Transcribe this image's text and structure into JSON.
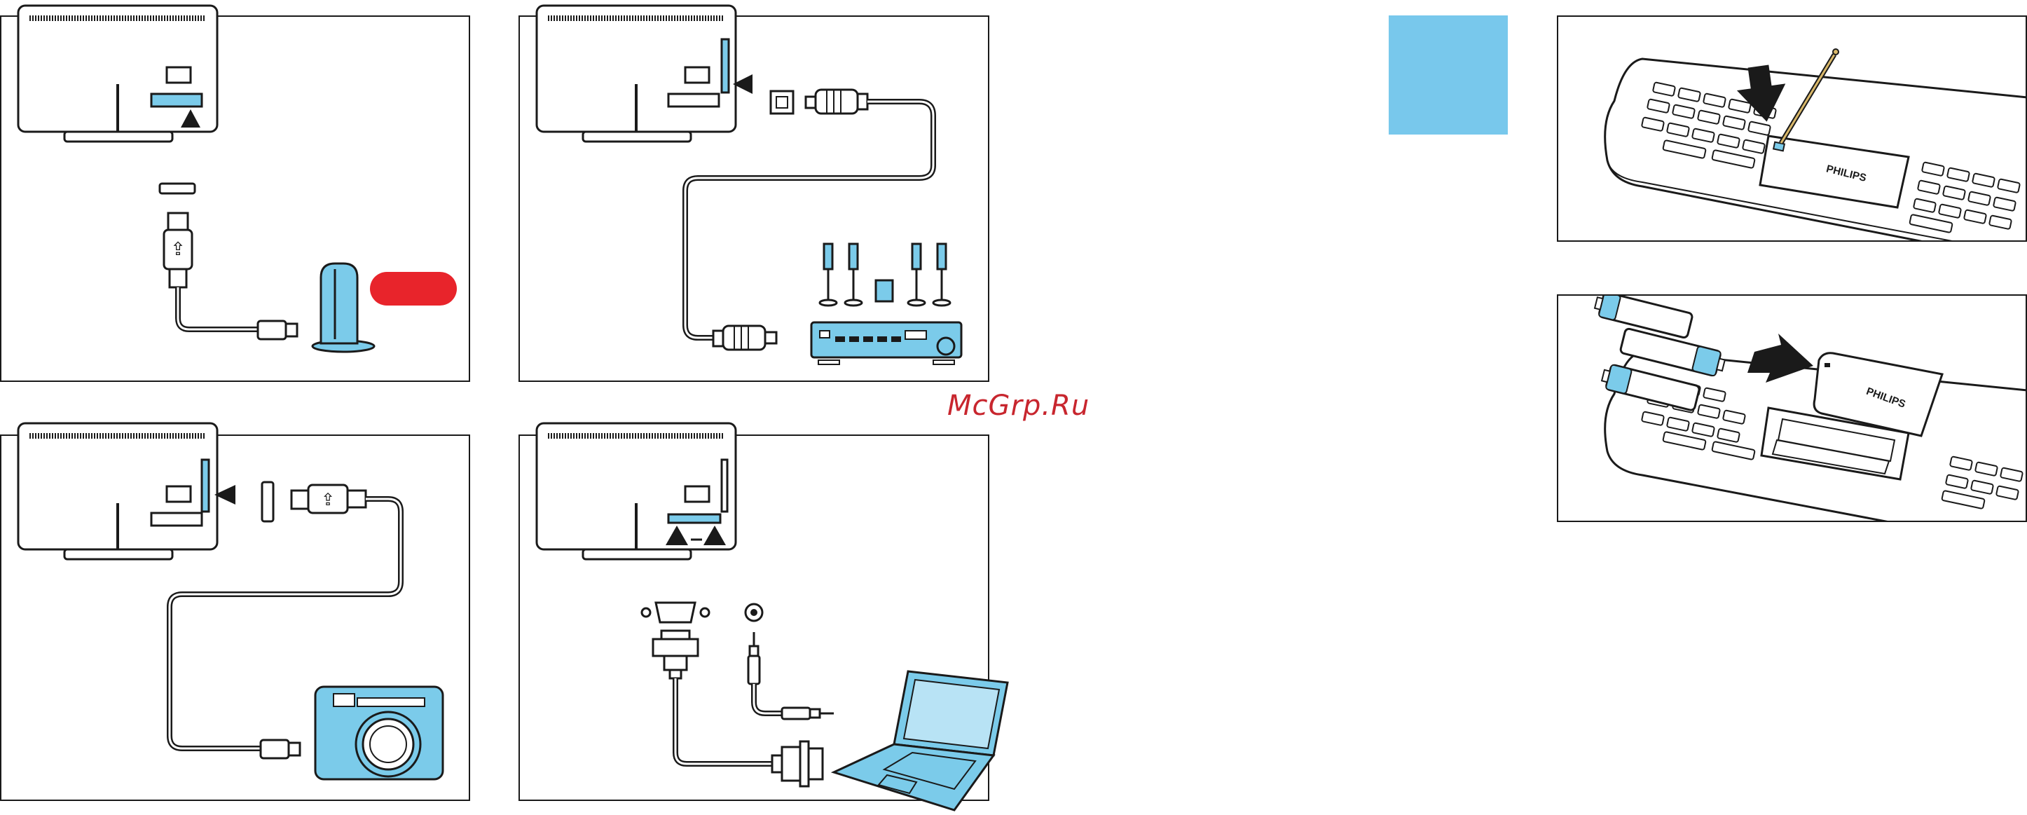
{
  "watermark": {
    "text": "McGrp.Ru"
  },
  "remote": {
    "brand_label": "PHILIPS"
  },
  "colors": {
    "accent_blue": "#7bcbea",
    "line": "#1a1a1a",
    "wifi_red": "#e8242b",
    "block_blue": "#78c8ec"
  },
  "panels": [
    {
      "id": "usb-wifi-adapter"
    },
    {
      "id": "digital-audio-out-home-theater"
    },
    {
      "id": "usb-camera"
    },
    {
      "id": "vga-audio-laptop"
    },
    {
      "id": "remote-reset-pin"
    },
    {
      "id": "remote-battery-insert"
    }
  ]
}
